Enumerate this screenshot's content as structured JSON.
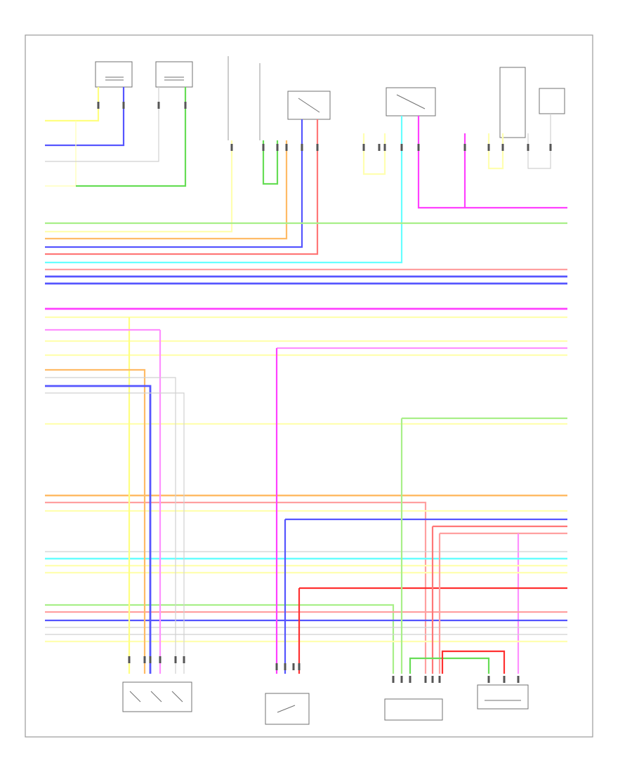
{
  "diagram": {
    "document_id": "",
    "colors": {
      "frame": "#9a9a9a",
      "yellow": "#ffff80",
      "blue": "#5555ff",
      "green": "#66dd55",
      "light_green": "#a8ef88",
      "white_gray": "#d0d0d0",
      "red": "#ff7777",
      "bright_red": "#ff3030",
      "pink": "#ffa0a0",
      "magenta": "#ff40ff",
      "light_magenta": "#ff90ff",
      "cyan": "#66ffff",
      "orange": "#ffbb66",
      "light_yellow": "#ffffb0"
    },
    "components": [
      {
        "id": "top-left-module-a",
        "label": ""
      },
      {
        "id": "top-left-module-b",
        "label": ""
      },
      {
        "id": "relay-1",
        "label": ""
      },
      {
        "id": "relay-2",
        "label": ""
      },
      {
        "id": "sensor-top-right",
        "label": ""
      },
      {
        "id": "bottom-module-left",
        "label": ""
      },
      {
        "id": "bottom-module-center",
        "label": ""
      },
      {
        "id": "bottom-connector-center-right",
        "label": ""
      },
      {
        "id": "bottom-module-right",
        "label": ""
      }
    ]
  }
}
